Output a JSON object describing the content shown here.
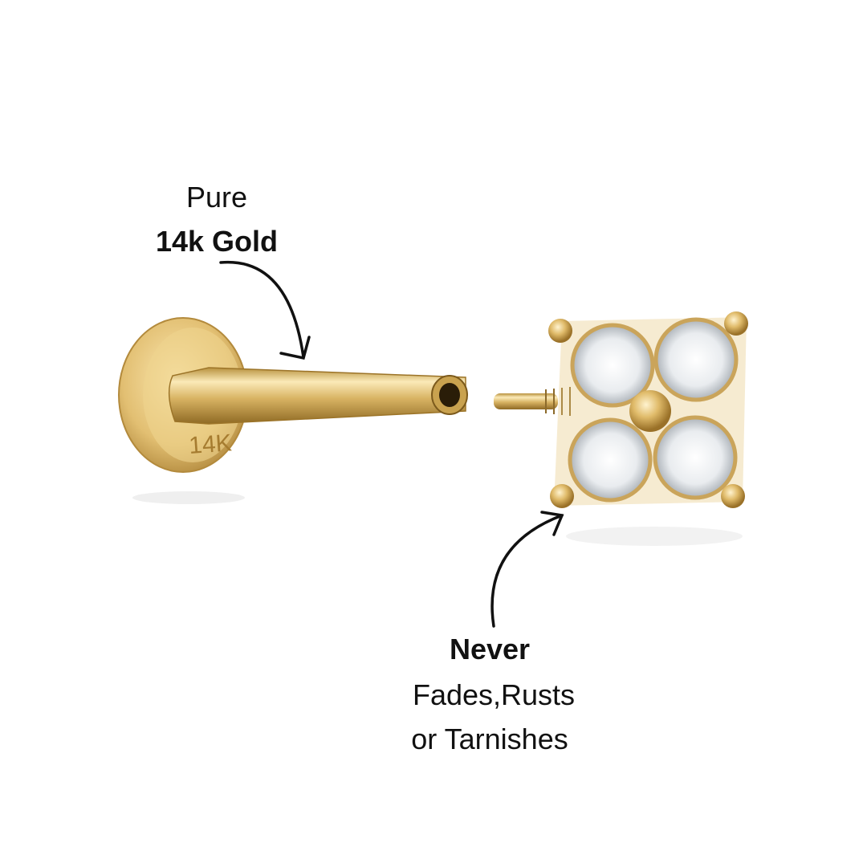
{
  "callout_gold": {
    "line1": "Pure",
    "line2": "14k Gold"
  },
  "callout_never": {
    "line1": "Never",
    "line2": "Fades,Rusts",
    "line3": "or Tarnishes"
  },
  "product": {
    "engraving": "14K"
  },
  "colors": {
    "gold_light": "#f3dc9a",
    "gold_mid": "#d9b460",
    "gold_dark": "#9c7428",
    "ink": "#111111"
  }
}
